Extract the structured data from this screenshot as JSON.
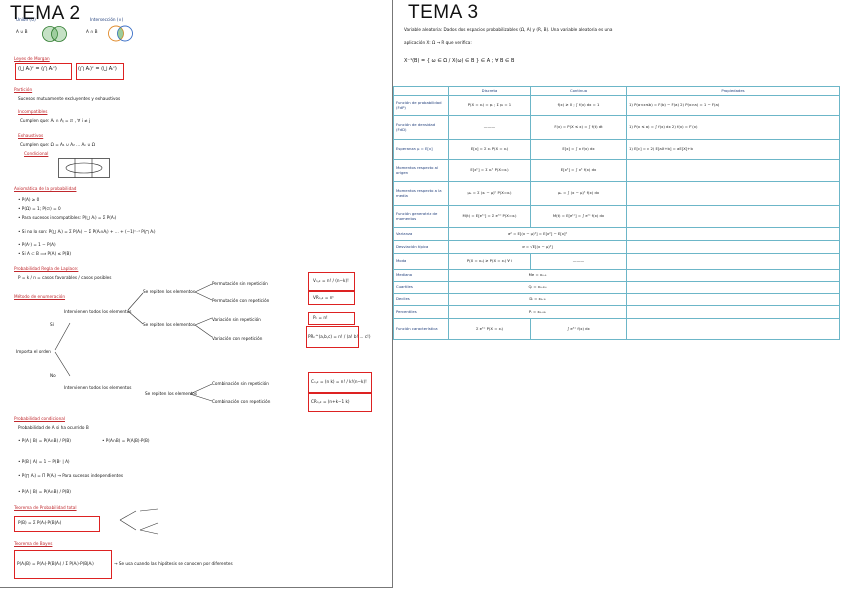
{
  "left": {
    "title": "TEMA 2",
    "venn": {
      "union_label": "Unión (∪)",
      "union_expr": "A ∪ B",
      "inter_label": "Intersección (∩)",
      "inter_expr": "A ∩ B"
    },
    "morgan": {
      "title": "Leyes de Morgan",
      "f1": "(⋃ Aᵢ)ᶜ = (⋂ Aᵢᶜ)",
      "f2": "(⋂ Aᵢ)ᶜ = (⋃ Aᵢᶜ)"
    },
    "sections": [
      {
        "heading": "Partición",
        "text": "Sucesos mutuamente excluyentes y exhaustivos"
      },
      {
        "heading": "Incompatibles",
        "text": "Cumplen que: Aᵢ ∩ Aⱼ = ∅ , ∀ i ≠ j"
      },
      {
        "heading": "Exhaustivos",
        "text": "Cumplen que: Ω = A₁ ∪ A₂ ... Aₙ ∪ Ω"
      }
    ],
    "cond_label": "Condicional",
    "axioms": {
      "title": "Axiomática de la probabilidad",
      "lines": [
        "• P(A) ≥ 0",
        "• P(Ω) = 1;  P(∅) = 0",
        "• Para sucesos incompatibles: P(⋃ Aᵢ) = Σ P(Aᵢ)",
        "• Si no lo son: P(⋃ Aᵢ) = Σ P(Aᵢ) − Σ P(Aᵢ∩Aⱼ) + ... + (−1)ⁿ⁻¹ P(⋂ Aᵢ)",
        "• P(Aᶜ) = 1 − P(A)",
        "• Si A ⊂ B ⟹ P(A) ≤ P(B)"
      ]
    },
    "laplace": {
      "title": "Probabilidad Regla de Laplace:",
      "formula": "P = k / n = casos favorables / casos posibles"
    },
    "counting": {
      "title": "Método de enumeración",
      "root": "Importa el orden",
      "si": "Sí",
      "no": "No",
      "a": "Intervienen todos los elementos",
      "b": "Se repiten los elementos",
      "c": "Permutación sin repetición",
      "d": "Permutación con repetición",
      "e": "Variación sin repetición",
      "f": "Variación con repetición",
      "g": "Combinación sin repetición",
      "h": "Combinación con repetición",
      "boxes": [
        "Vₙ,ₖ = n! / (n−k)!",
        "VRₙ,ₖ = nᵏ",
        "Pₙ = n!",
        "PRₙ^(a,b,c) = n! / (a! b! ... c!)",
        "Cₙ,ₖ = (n k) = n! / k!(n−k)!",
        "CRₙ,ₖ = (n+k−1 k)"
      ]
    },
    "conditional": {
      "title": "Probabilidad condicional",
      "intro": "Probabilidad de A si ha ocurrido B",
      "f1": "• P(A | B) = P(A∩B) / P(B)",
      "f2": "• P(A∩B) = P(A|B)·P(B)",
      "f3": "• P(B | A) = 1 − P(Bᶜ | A)",
      "f4": "• P(⋂ Aᵢ) = Π P(Aᵢ) → Para sucesos independientes",
      "f5": "• P(A | B) = P(A∩B) / P(B)"
    },
    "total": {
      "title": "Teorema de Probabilidad total",
      "formula": "P(B) = Σ P(Aᵢ)·P(B|Aᵢ)"
    },
    "bayes": {
      "title": "Teorema de Bayes",
      "formula": "P(Aᵢ|B) = P(Aᵢ)·P(B|Aᵢ) / Σ P(Aᵢ)·P(B|Aᵢ)",
      "note": "→ Se usa cuando las hipótesis se conocen por diferentes"
    }
  },
  "right": {
    "title": "TEMA 3",
    "intro1": "Variable aleatoria: Dados dos espacios probabilizables (Ω, A) y (R, B). Una variable aleatoria es una",
    "intro2": "aplicación X: Ω → R que verifica:",
    "intro3": "X⁻¹(B) = { ω ∈ Ω / X(ω) ∈ B } ∈ A ; ∀ B ∈ B",
    "headers": [
      "",
      "Discreta",
      "Continua",
      "Propiedades"
    ],
    "rows": [
      {
        "label": "Función de probabilidad (FdP)",
        "disc": "P(X = xᵢ) = pᵢ ; Σ pᵢ = 1",
        "cont": "f(x) ≥ 0 ; ∫ f(x) dx = 1",
        "prop": "1) P(a<x≤b) = F(b) − F(a)   2) P(x>a) = 1 − F(a)"
      },
      {
        "label": "Función de densidad (FdD)",
        "disc": "———",
        "cont": "F(x) = P(X ≤ x) = ∫ f(t) dt",
        "prop": "1) P(x ≤ a) = ∫ f(x) dx   2) f(x) = F′(x)"
      },
      {
        "label": "Esperanza μ = E[x]",
        "disc": "E[x] = Σ xᵢ P(X = xᵢ)",
        "cont": "E[x] = ∫ x f(x) dx",
        "prop": "1) E[c] = c   2) E[aX+b] = aE[X]+b"
      },
      {
        "label": "Momentos respecto al origen",
        "disc": "E[xᵏ] = Σ xᵢᵏ P(X=xᵢ)",
        "cont": "E[xᵏ] = ∫ xᵏ f(x) dx",
        "prop": ""
      },
      {
        "label": "Momentos respecto a la media",
        "disc": "μₖ = Σ (xᵢ − μ)ᵏ P(X=xᵢ)",
        "cont": "μₖ = ∫ (x − μ)ᵏ f(x) dx",
        "prop": ""
      },
      {
        "label": "Función generatriz de momentos",
        "disc": "M(t) = E[eᵗˣ] = Σ eᵗˣⁱ P(X=xᵢ)",
        "cont": "M(t) = E[eᵗˣ] = ∫ eᵗˣ f(x) dx",
        "prop": ""
      },
      {
        "label": "Varianza",
        "span": "σ² = E[(x − μ)²] = E[x²] − E[x]²"
      },
      {
        "label": "Desviación típica",
        "span": "σ = √E[(x − μ)²]"
      },
      {
        "label": "Moda",
        "disc": "P(X = x₀) ≥ P(X = xᵢ) ∀ i",
        "cont": "———",
        "prop": ""
      },
      {
        "label": "Mediana",
        "span": "Me = x₀.₅"
      },
      {
        "label": "Cuartiles",
        "span": "Qᵢ = x₀.₂₅ᵢ"
      },
      {
        "label": "Deciles",
        "span": "Dᵢ = x₀.₁ᵢ"
      },
      {
        "label": "Percentiles",
        "span": "Pᵢ = x₀.₀₁ᵢ"
      },
      {
        "label": "Función característica",
        "disc": "Σ eⁱᵗˣ P(X = xᵢ)",
        "cont": "∫ eⁱᵗˣ f(x) dx",
        "prop": ""
      }
    ]
  }
}
